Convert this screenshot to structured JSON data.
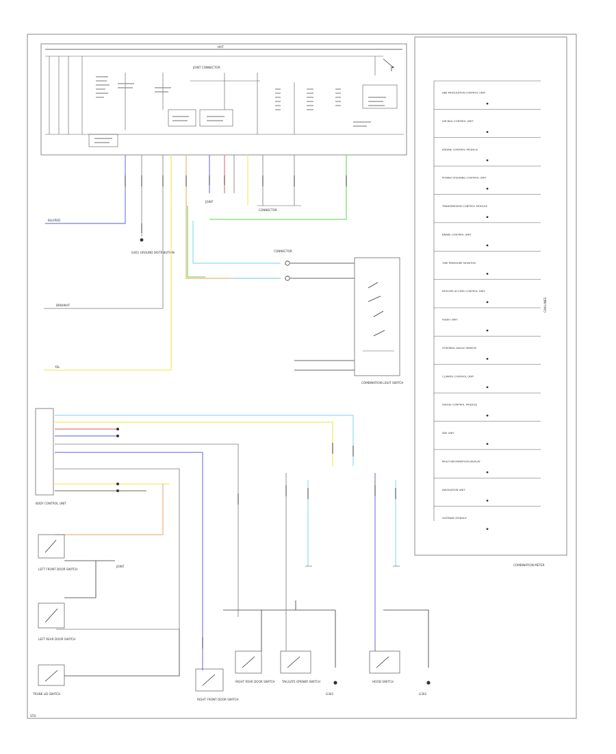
{
  "diagram": {
    "wire_colors": {
      "blue": "#7b7bdf",
      "light_blue": "#8fdcef",
      "yellow": "#f2ec60",
      "green": "#79dd6a",
      "red": "#e27a7a",
      "orange": "#eeb07a",
      "gray": "#9a9a9a",
      "black": "#333333"
    },
    "labels": {
      "top_bus": "HOT",
      "main_connector": "JOINT CONNECTOR",
      "wire_bl_yel": "BLU/RED",
      "wire_brn_wht": "BRN/WHT",
      "wire_yel": "YEL",
      "ground_dist": "G401 GROUND DISTRIBUTION",
      "connector": "CONNECTOR",
      "joint": "JOINT",
      "switch_assy": "COMBINATION LIGHT SWITCH",
      "right_panel_label": "CAN LINES",
      "right_panel_footer": "COMBINATION METER",
      "body_ecu": "BODY CONTROL UNIT",
      "lr_door": "LEFT FRONT DOOR SWITCH",
      "rr_door": "LEFT REAR DOOR SWITCH",
      "trunk": "TRUNK LID SWITCH",
      "rf_door": "RIGHT FRONT DOOR SWITCH",
      "rear_door": "RIGHT REAR DOOR SWITCH",
      "tailgate": "TAILGATE OPENER SWITCH",
      "ground_a": "G301",
      "hood": "HOOD SWITCH",
      "ground_b": "G302",
      "page_mark": "STD"
    },
    "right_panel_items": [
      "ABS MODULATOR-CONTROL UNIT",
      "AIR BAG CONTROL UNIT",
      "ENGINE CONTROL MODULE",
      "POWER STEERING CONTROL UNIT",
      "TRANSMISSION CONTROL MODULE",
      "BRAKE CONTROL UNIT",
      "TIRE PRESSURE MONITOR",
      "KEYLESS ACCESS CONTROL UNIT",
      "AUDIO UNIT",
      "STEERING ANGLE SENSOR",
      "CLIMATE CONTROL UNIT",
      "GAUGE CONTROL MODULE",
      "SRS UNIT",
      "MULTI INFORMATION DISPLAY",
      "NAVIGATION UNIT",
      "GATEWAY MODULE"
    ]
  }
}
